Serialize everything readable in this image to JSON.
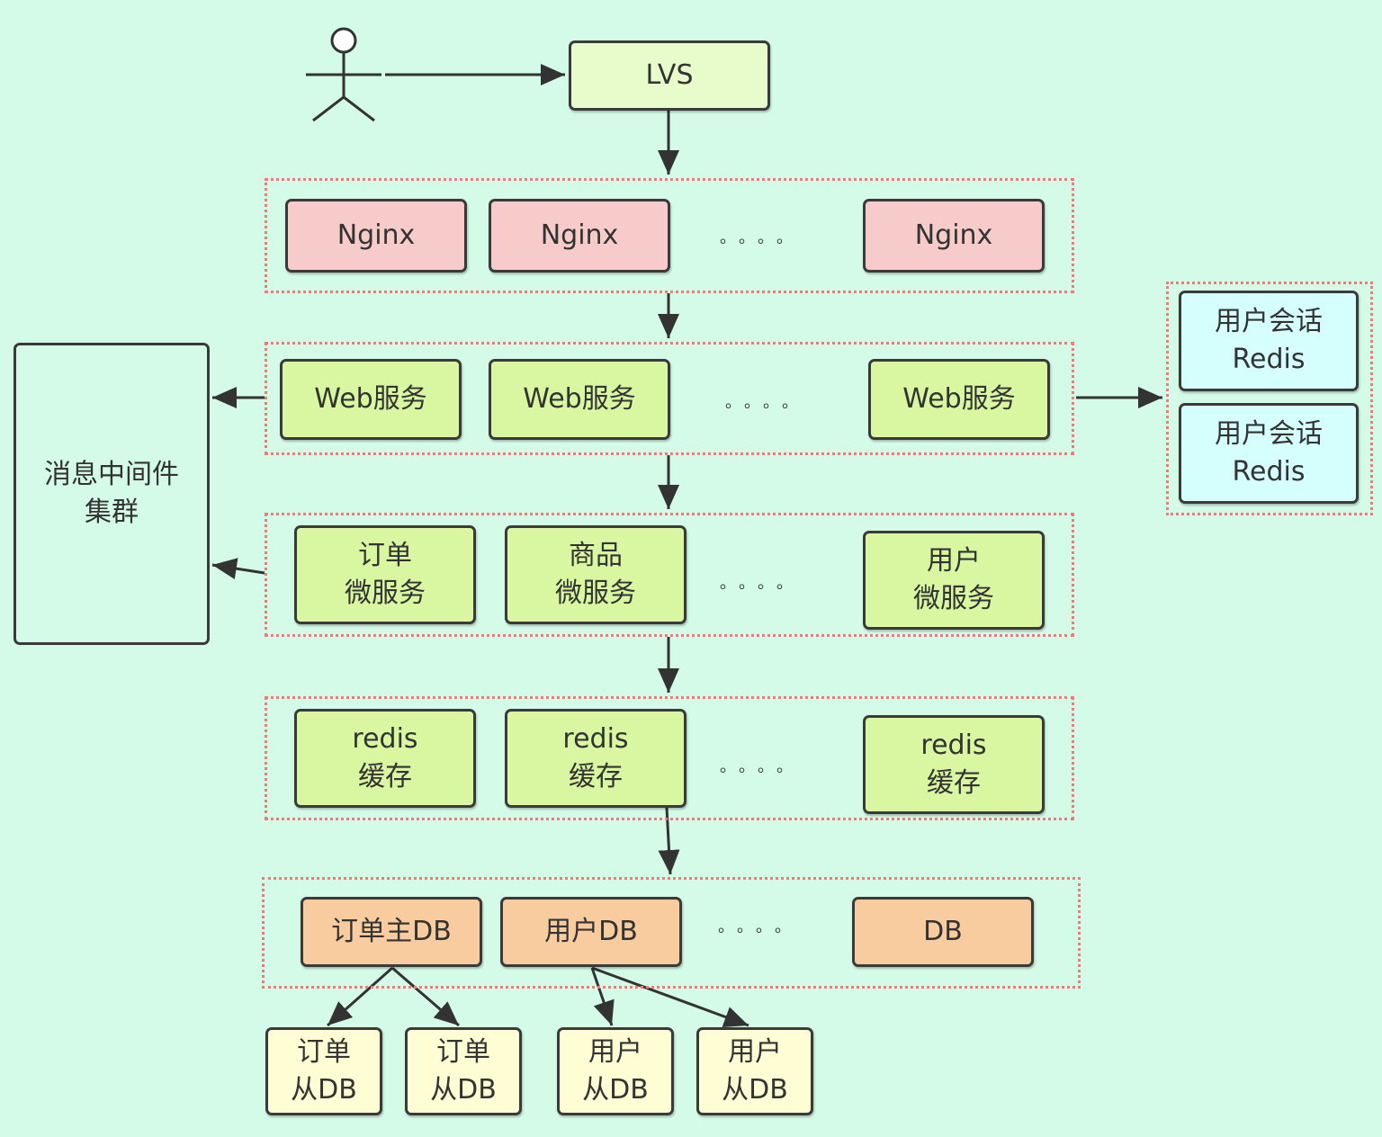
{
  "diagram": {
    "entry": {
      "label": "LVS"
    },
    "nginx_layer": {
      "nodes": [
        "Nginx",
        "Nginx",
        "Nginx"
      ],
      "ellipsis": "。。。。"
    },
    "web_layer": {
      "nodes": [
        "Web服务",
        "Web服务",
        "Web服务"
      ],
      "ellipsis": "。。。。"
    },
    "micro_layer": {
      "nodes": [
        "订单\n微服务",
        "商品\n微服务",
        "用户\n微服务"
      ],
      "ellipsis": "。。。。"
    },
    "cache_layer": {
      "nodes": [
        "redis\n缓存",
        "redis\n缓存",
        "redis\n缓存"
      ],
      "ellipsis": "。。。。"
    },
    "db_layer": {
      "nodes": [
        "订单主DB",
        "用户DB",
        "DB"
      ],
      "ellipsis": "。。。。"
    },
    "replicas": [
      "订单\n从DB",
      "订单\n从DB",
      "用户\n从DB",
      "用户\n从DB"
    ],
    "session_store": [
      "用户会话\nRedis",
      "用户会话\nRedis"
    ],
    "message_queue": {
      "label": "消息中间件\n集群"
    }
  },
  "colors": {
    "background": "#d4fbe7",
    "nginx": "#f8cbcb",
    "service": "#d8f7a0",
    "db": "#f8cc9e",
    "replica": "#fffdd3",
    "session": "#d5fffd",
    "group_border": "#f07a7a"
  }
}
